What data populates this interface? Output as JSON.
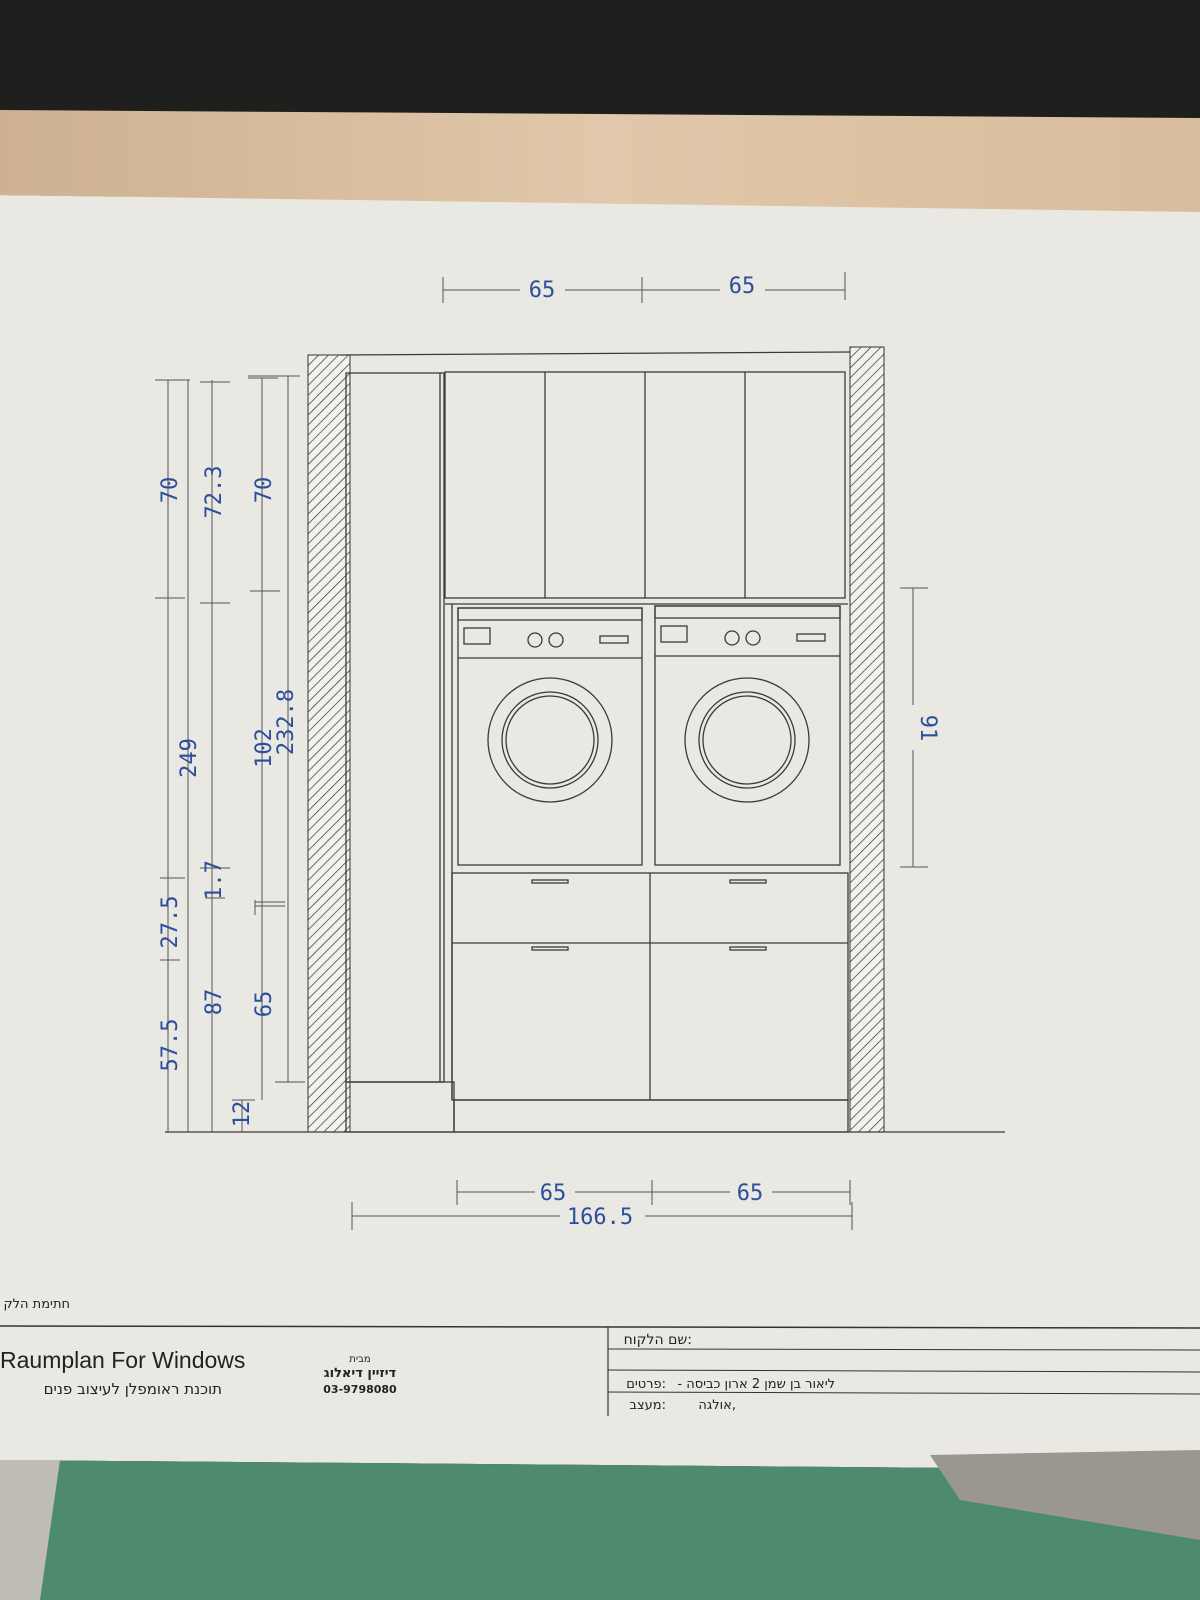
{
  "colors": {
    "dimension_text": "#2c4f9c",
    "paper": "#e9e8e2",
    "wood": "#d9bfa0",
    "fabric": "#4f8a6f"
  },
  "dimensions": {
    "top": [
      "65",
      "65"
    ],
    "bottom": [
      "65",
      "65"
    ],
    "bottom_total": "166.5",
    "right_height": "91",
    "left": {
      "col1": [
        "57.5",
        "27.5",
        "70"
      ],
      "col2": "249",
      "col3": [
        "87",
        "1.7",
        "72.3"
      ],
      "col4": "12",
      "col5": [
        "65",
        "102",
        "70"
      ],
      "col6": "232.8"
    }
  },
  "title_block": {
    "signature_label": "חתימת הלק",
    "software_name": "Raumplan For Windows",
    "software_subtitle": "תוכנת ראומפלן לעיצוב פנים",
    "from_label": "מבית",
    "company": "דיזיין דיאלוג",
    "phone": "03-9798080",
    "client_label": "שם הלקוח:",
    "details_label": "פרטים:",
    "details_value": "- ליאור בן שמן 2 ארון כביסה",
    "designer_label": "מעצב:",
    "designer_value": "אולגה,"
  }
}
